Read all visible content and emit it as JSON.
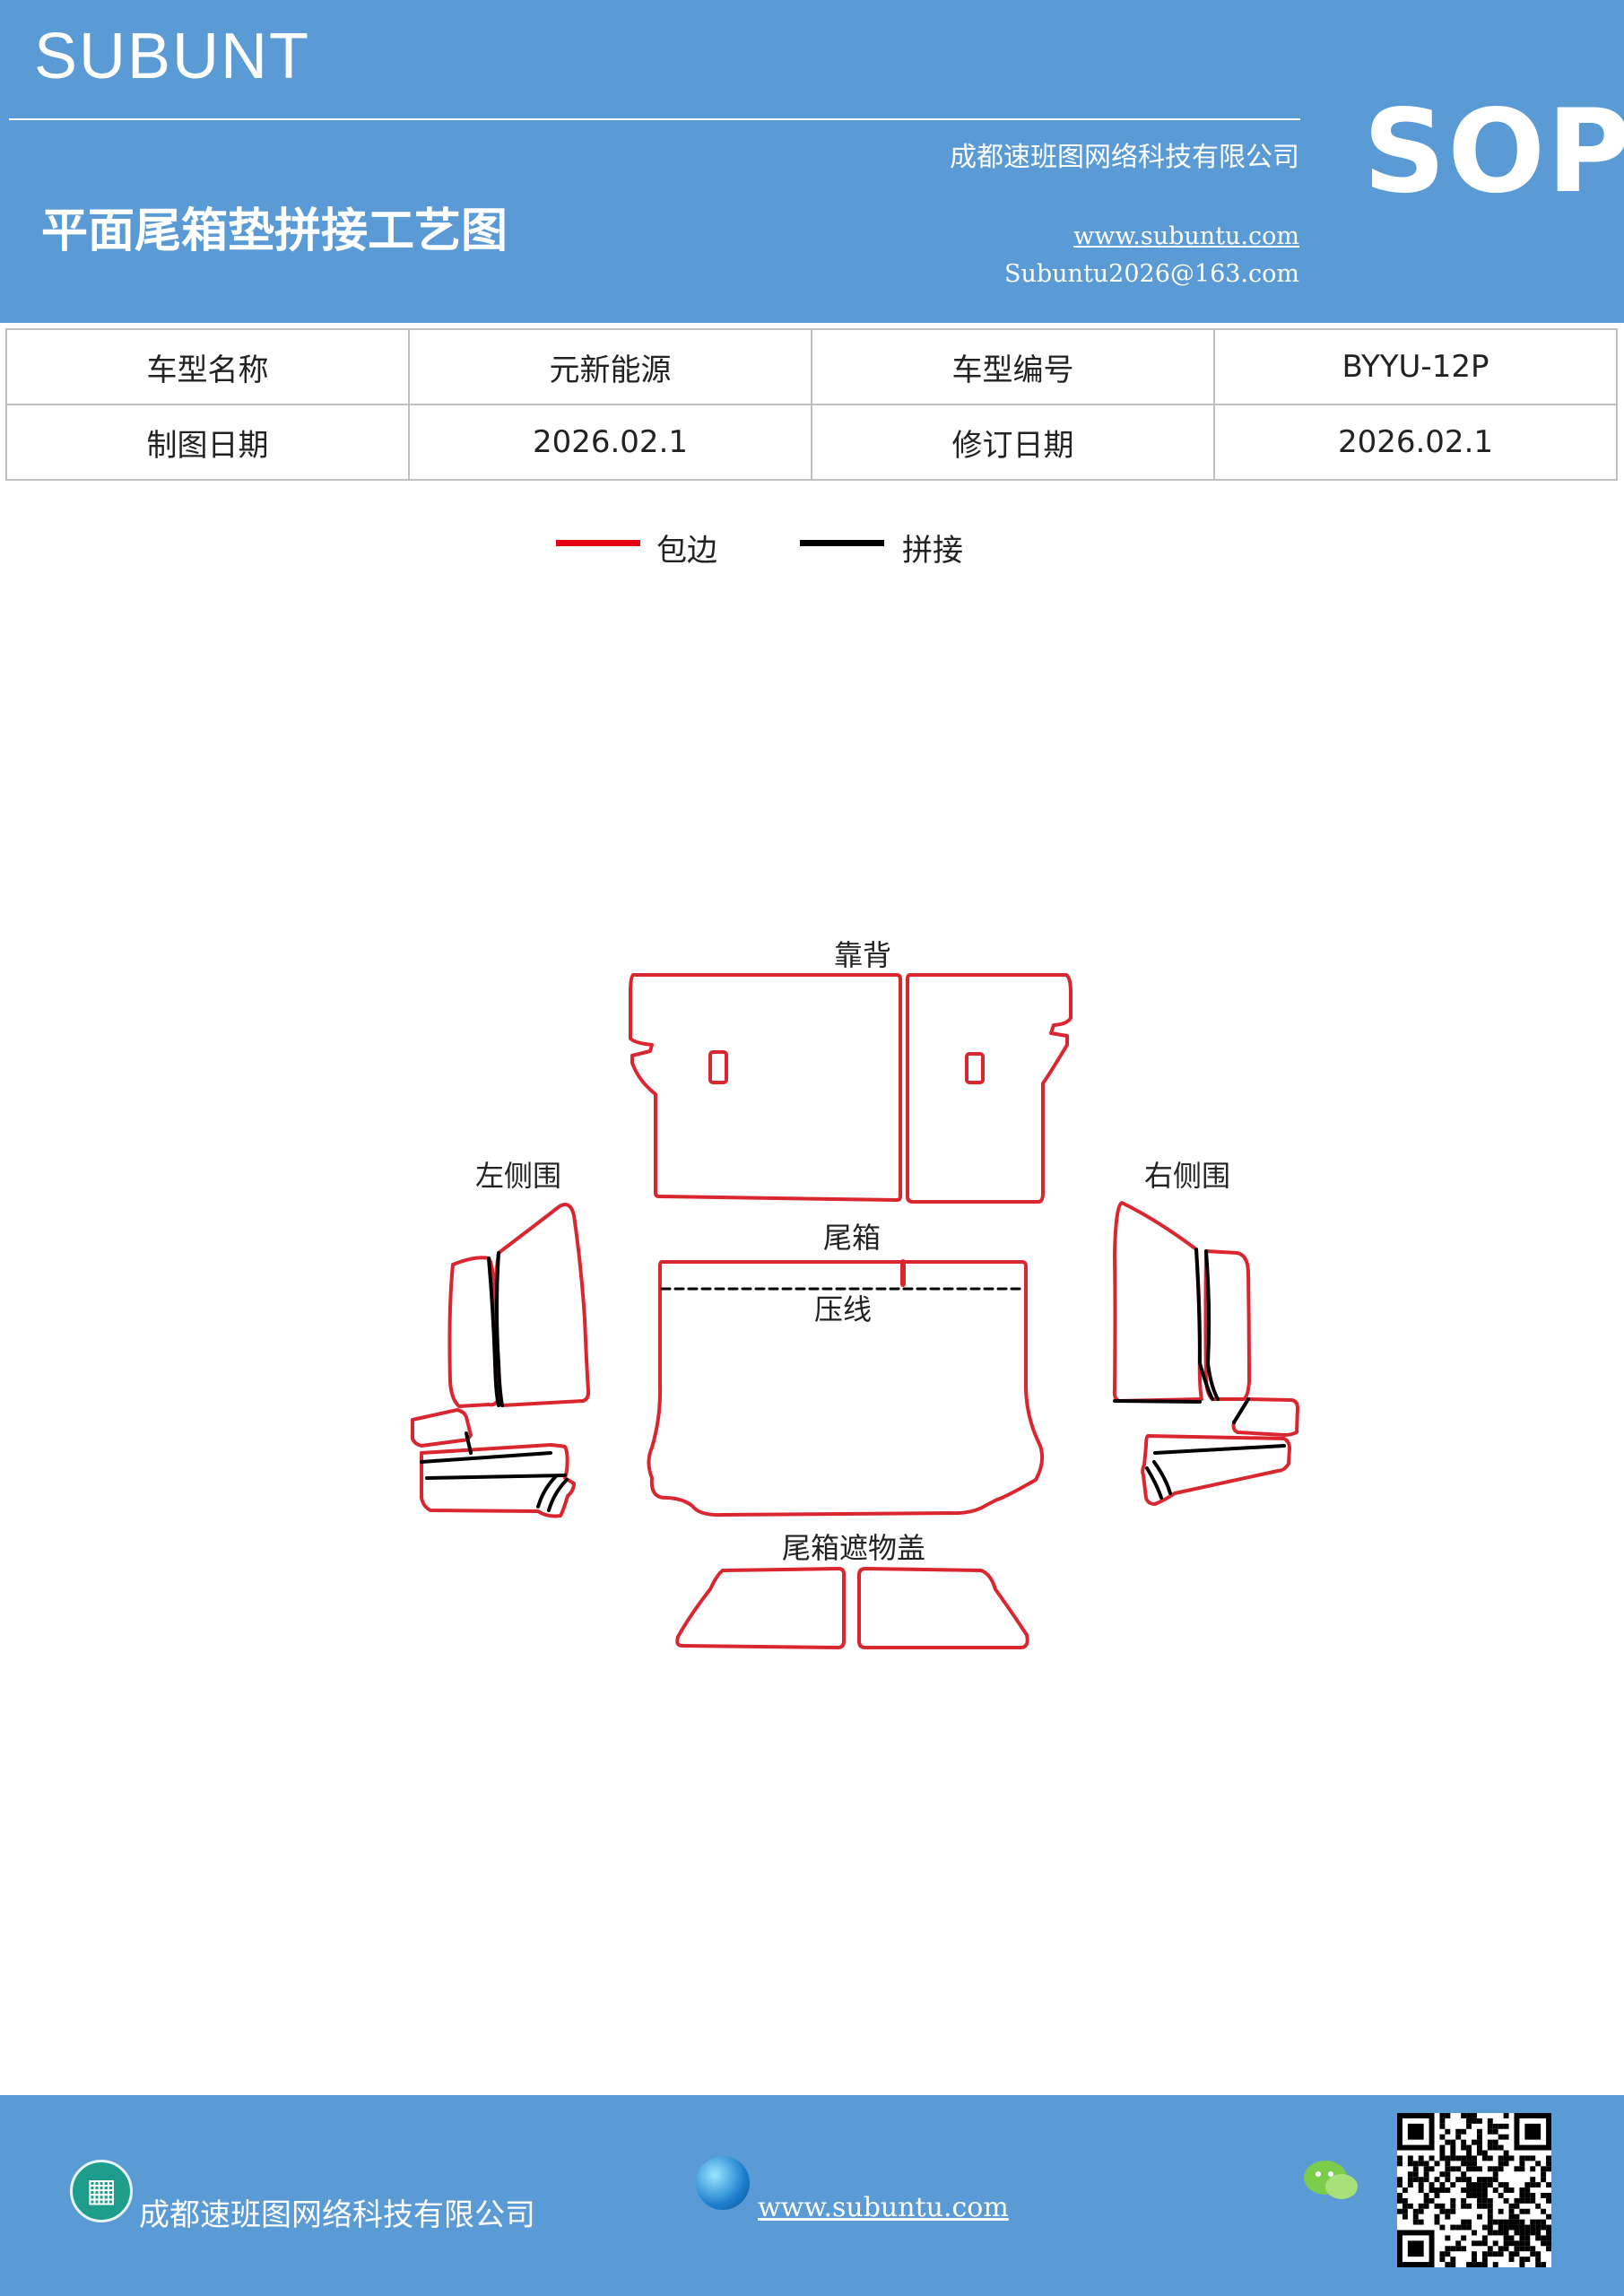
{
  "header": {
    "brand": "SUBUNT",
    "badge": "SOP",
    "company": "成都速班图网络科技有限公司",
    "title": "平面尾箱垫拼接工艺图",
    "website": "www.subuntu.com",
    "email": "Subuntu2026@163.com"
  },
  "info_table": {
    "rows": [
      [
        "车型名称",
        "元新能源",
        "车型编号",
        "BYYU-12P"
      ],
      [
        "制图日期",
        "2026.02.1",
        "修订日期",
        "2026.02.1"
      ]
    ]
  },
  "legend": {
    "items": [
      {
        "label": "包边",
        "color": "#e60012"
      },
      {
        "label": "拼接",
        "color": "#000000"
      }
    ]
  },
  "diagram": {
    "labels": {
      "backrest": "靠背",
      "left_side": "左侧围",
      "right_side": "右侧围",
      "trunk": "尾箱",
      "crease": "压线",
      "cover": "尾箱遮物盖"
    },
    "colors": {
      "edge_binding": "#d9262f",
      "seam": "#000000"
    }
  },
  "footer": {
    "company": "成都速班图网络科技有限公司",
    "website": "www.subuntu.com",
    "icons": [
      "building-icon",
      "globe-icon",
      "wechat-icon",
      "qr-code"
    ]
  }
}
